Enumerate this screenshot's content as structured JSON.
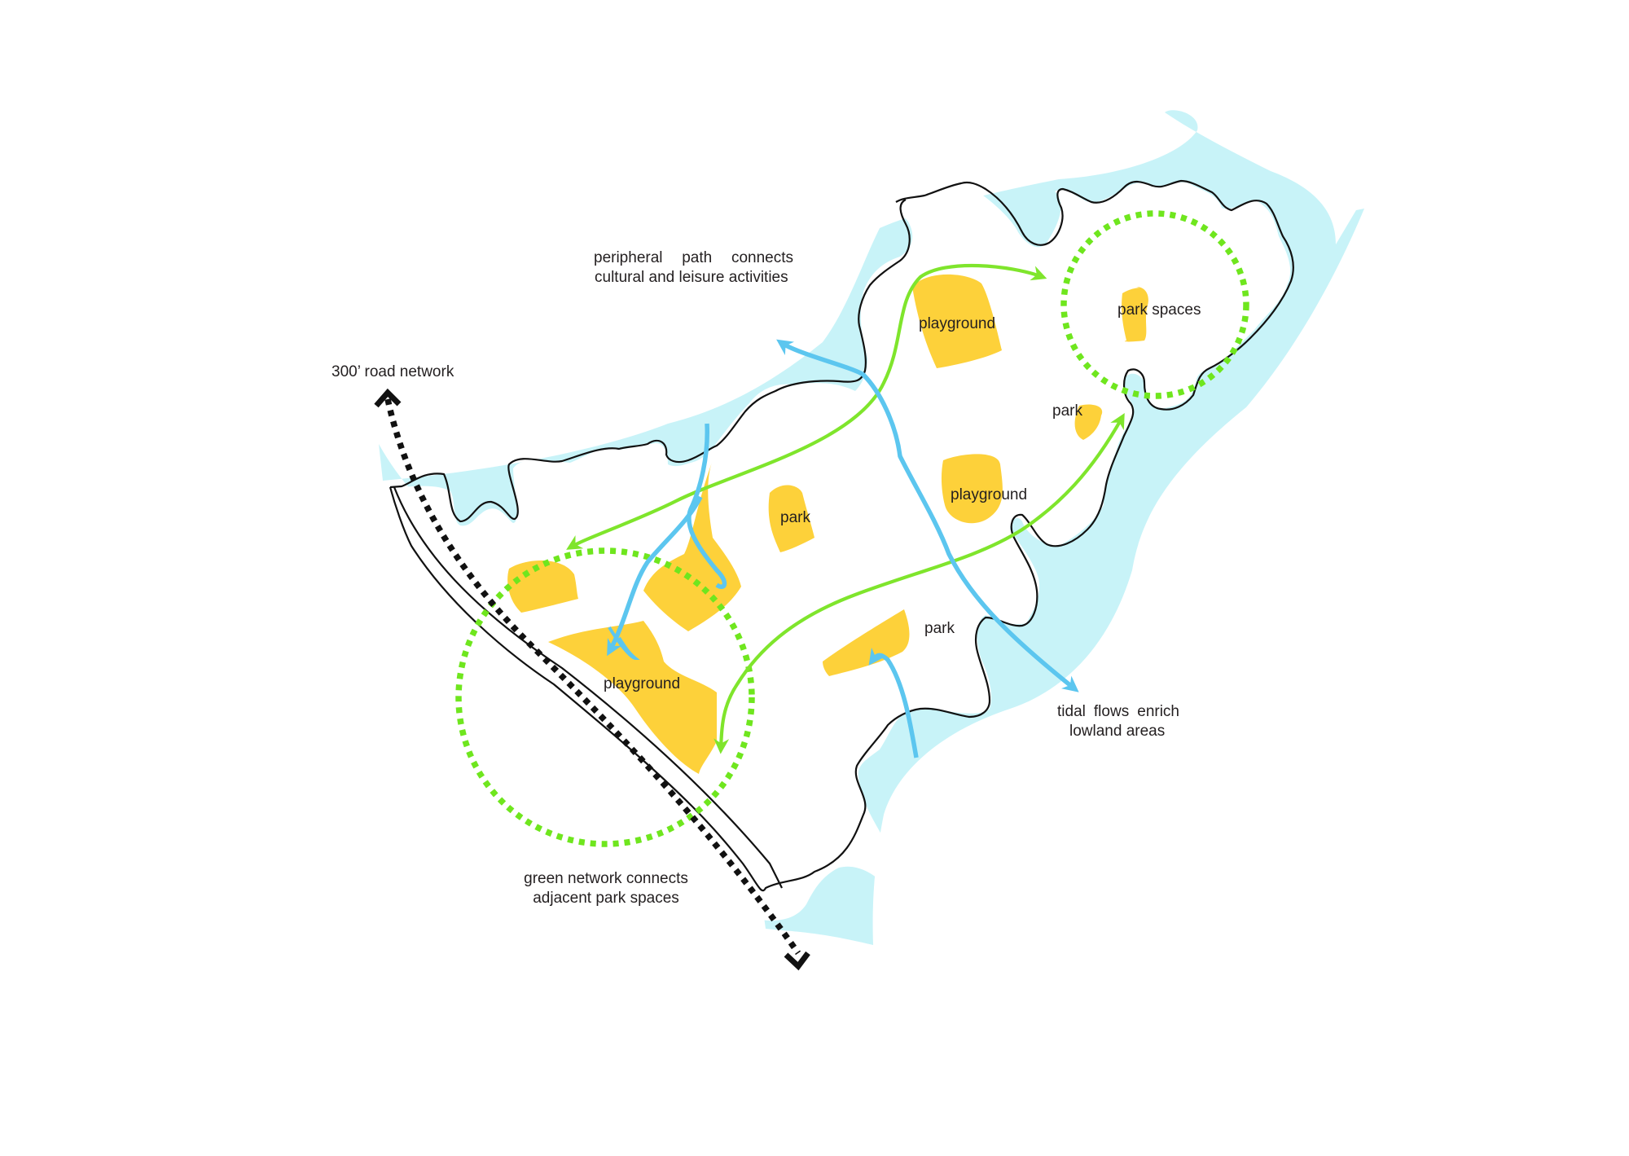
{
  "colors": {
    "water": "#c8f3f8",
    "land": "#ffffff",
    "outline": "#111111",
    "amenity": "#fdd13a",
    "green_network": "#7fe52c",
    "green_ring": "#6fe61e",
    "tidal_flow": "#5cc6ef",
    "road": "#111111"
  },
  "legend_notes": {
    "peripheral": {
      "line1": "peripheral    path    connects",
      "line2": "cultural and leisure activities"
    },
    "road": {
      "text": "300’ road network"
    },
    "tidal": {
      "line1": "tidal  flows  enrich",
      "line2": "lowland areas"
    },
    "green": {
      "line1": "green network connects",
      "line2": "adjacent park spaces"
    }
  },
  "spaces": {
    "playground_north": "playground",
    "park_spaces": "park spaces",
    "park_small": "park",
    "playground_east": "playground",
    "park_center": "park",
    "park_south": "park",
    "playground_west": "playground"
  }
}
